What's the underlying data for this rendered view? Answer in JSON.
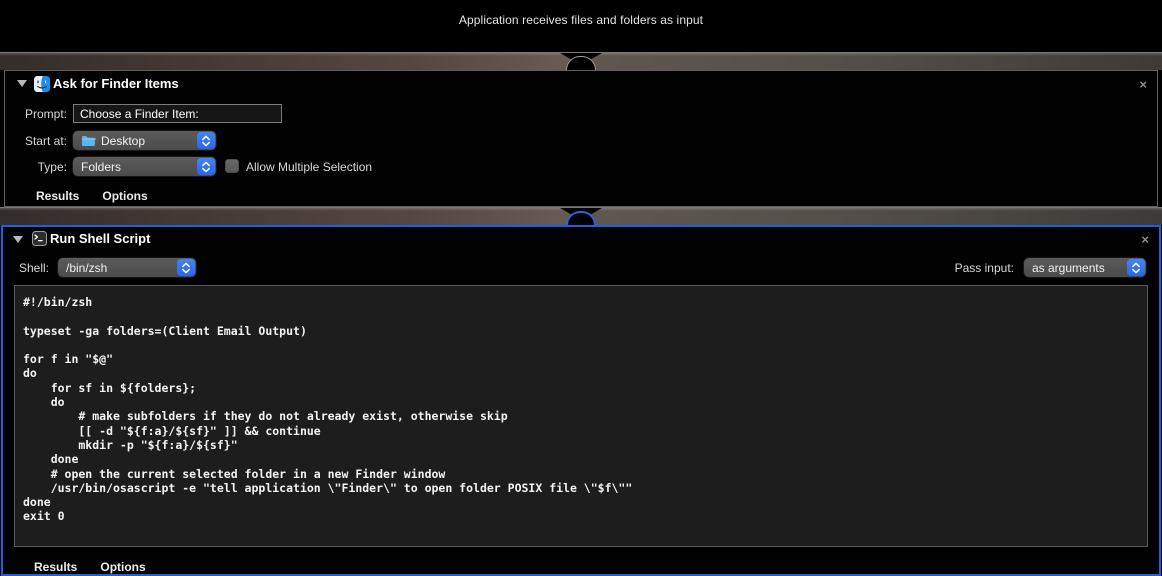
{
  "caption": "Application receives files and folders as input",
  "colors": {
    "selection_blue": "#1b63dd",
    "control_accent": "#2f6ff2"
  },
  "actions": {
    "ask_finder": {
      "title": "Ask for Finder Items",
      "close_label": "×",
      "fields": {
        "prompt_label": "Prompt:",
        "prompt_value": "Choose a Finder Item:",
        "start_at_label": "Start at:",
        "start_at_value": "Desktop",
        "type_label": "Type:",
        "type_value": "Folders",
        "multi_select_label": "Allow Multiple Selection",
        "multi_select_checked": false
      },
      "footer": {
        "results_label": "Results",
        "options_label": "Options"
      }
    },
    "run_shell": {
      "title": "Run Shell Script",
      "close_label": "×",
      "shell_label": "Shell:",
      "shell_value": "/bin/zsh",
      "pass_input_label": "Pass input:",
      "pass_input_value": "as arguments",
      "script": "#!/bin/zsh\n\ntypeset -ga folders=(Client Email Output)\n\nfor f in \"$@\"\ndo\n    for sf in ${folders};\n    do\n        # make subfolders if they do not already exist, otherwise skip\n        [[ -d \"${f:a}/${sf}\" ]] && continue\n        mkdir -p \"${f:a}/${sf}\"\n    done\n    # open the current selected folder in a new Finder window\n    /usr/bin/osascript -e \"tell application \\\"Finder\\\" to open folder POSIX file \\\"$f\\\"\"\ndone\nexit 0",
      "footer": {
        "results_label": "Results",
        "options_label": "Options"
      }
    }
  }
}
